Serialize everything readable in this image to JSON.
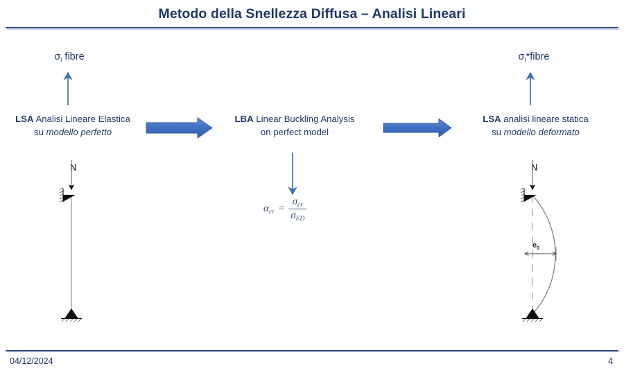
{
  "slide": {
    "title": "Metodo della Snellezza Diffusa – Analisi Lineari",
    "accent_color": "#1F3864",
    "rule_color": "#2E4A7D",
    "arrow_color": "#4472C4"
  },
  "footer": {
    "date": "04/12/2024",
    "page_number": "4"
  },
  "columns": [
    {
      "id": "lsa-perfect",
      "output_label_prefix": "σ",
      "output_label_sub": "i",
      "output_label_suffix": " fibre",
      "acronym": "LSA",
      "title_rest": " Analisi Lineare  Elastica",
      "subtitle_plain": "su ",
      "subtitle_italic": "modello perfetto",
      "load_label": "N"
    },
    {
      "id": "lba-perfect",
      "acronym": "LBA",
      "title_rest": " Linear Buckling Analysis",
      "subtitle_plain": "on perfect  model",
      "subtitle_italic": ""
    },
    {
      "id": "lsa-deformed",
      "output_label_prefix": "σ",
      "output_label_sub": "i",
      "output_label_suffix": "*fibre",
      "acronym": "LSA",
      "title_rest": " analisi lineare statica",
      "subtitle_plain": "su ",
      "subtitle_italic": "modello deformato",
      "load_label": "N",
      "eccentricity_label": "e",
      "eccentricity_sub": "0"
    }
  ],
  "formula": {
    "lhs_base": "α",
    "lhs_sub": "cr",
    "equals": "=",
    "numerator_base": "σ",
    "numerator_sub": "cr",
    "denominator_base": "σ",
    "denominator_sub": "ED"
  }
}
